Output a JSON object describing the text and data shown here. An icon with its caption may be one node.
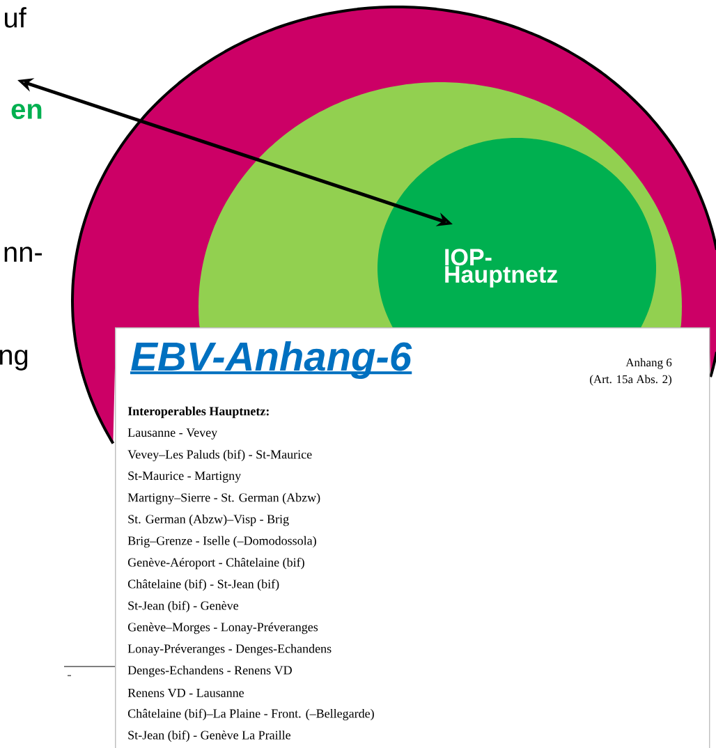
{
  "diagram": {
    "nodes": [
      {
        "text": [],
        "shape": "circle"
      },
      {
        "text": [],
        "shape": "circle",
        "in": 0
      },
      {
        "text": [
          "IOP- Hauptnetz"
        ],
        "in": 1
      },
      {
        "text": [
          "en"
        ]
      },
      {
        "text": [
          "EBV-Anhang-6",
          "Anhang 6",
          "(Art. 15a Abs. 2)",
          "Interoperables Hauptnetz:",
          "Lausanne - Vevey",
          "Vevey–Les Paluds (bif) - St-Maurice",
          "St-Maurice - Martigny",
          "Martigny–Sierre - St. German (Abzw)",
          "St. German (Abzw)–Visp - Brig",
          "Brig–Grenze - Iselle (–Domodossola)",
          "Genève-Aéroport - Châtelaine (bif)",
          "Châtelaine (bif) - St-Jean (bif)",
          "St-Jean (bif) - Genève",
          "Genève–Morges - Lonay-Préveranges",
          "Lonay-Préveranges - Denges-Echandens",
          "Denges-Echandens - Renens VD",
          "Renens VD - Lausanne",
          "Châtelaine (bif)–La Plaine - Front. (–Bellegarde)",
          "St-Jean (bif) - Genève La Praille"
        ]
      }
    ],
    "edges": [
      {
        "from": 3,
        "to": 2,
        "arrow": "both"
      }
    ],
    "labels": [
      "uf",
      "nn-",
      "ng"
    ]
  }
}
